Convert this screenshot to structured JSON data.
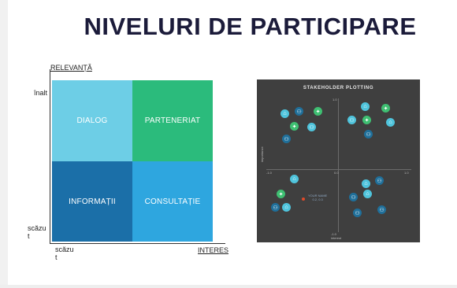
{
  "title": "NIVELURI DE PARTICIPARE",
  "matrix": {
    "y_axis_label": "RELEVANȚĂ",
    "x_axis_label": "INTERES",
    "high_label": "înalt",
    "low_y_label": "scăzu\nt",
    "low_x_label": "scăzu\nt",
    "quadrants": [
      {
        "label": "DIALOG",
        "color": "#6dcee6"
      },
      {
        "label": "PARTENERIAT",
        "color": "#2bbb7c"
      },
      {
        "label": "INFORMAȚII",
        "color": "#1b6fa8"
      },
      {
        "label": "CONSULTAȚIE",
        "color": "#2ea6df"
      }
    ]
  },
  "plot": {
    "title": "STAKEHOLDER PLOTTING",
    "y_tick_top": "1.0",
    "x_tick_left": "-1.0",
    "x_tick_mid": "0.0",
    "x_tick_right": "1.0",
    "y_tick_bottom": "-1.0",
    "y_axis_label": "importance",
    "x_axis_label": "interest",
    "your_label_line1": "YOUR NAME",
    "your_label_line2": "0.2, 0.3"
  }
}
